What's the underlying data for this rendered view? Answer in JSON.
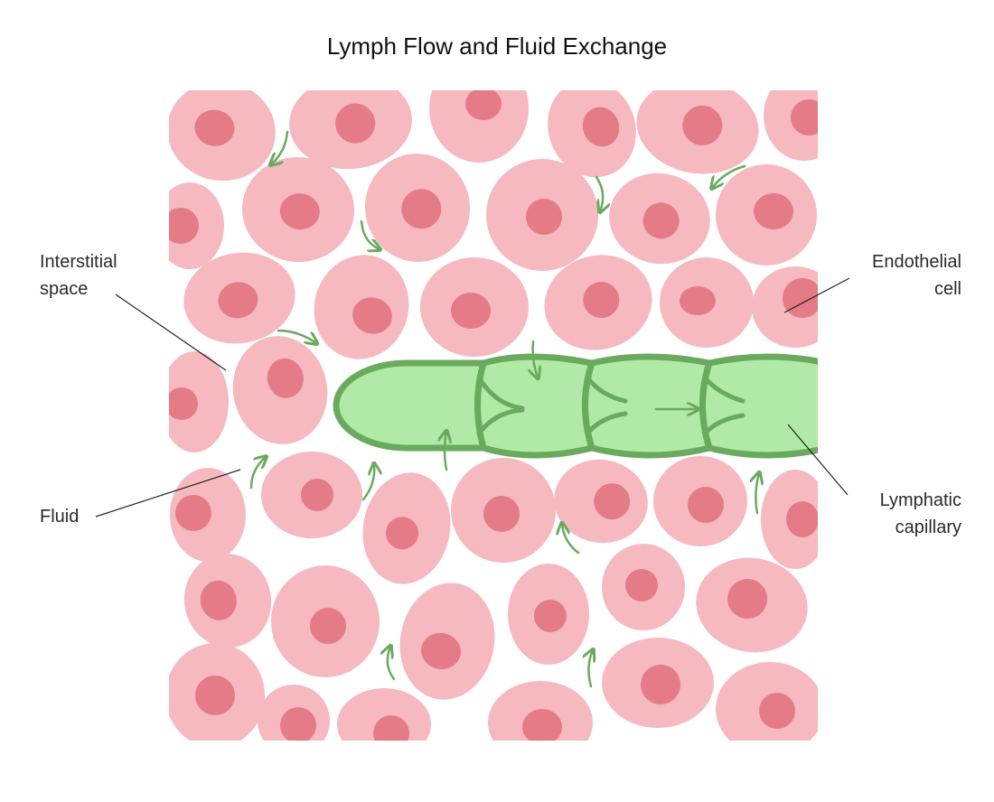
{
  "title": "Lymph Flow and Fluid Exchange",
  "labels": {
    "interstitial_line1": "Interstitial",
    "interstitial_line2": "space",
    "fluid": "Fluid",
    "endothelial_line1": "Endothelial",
    "endothelial_line2": "cell",
    "lymphatic_line1": "Lymphatic",
    "lymphatic_line2": "capillary"
  },
  "colors": {
    "cell_body": "#f6b9c0",
    "cell_nucleus": "#e57b86",
    "capillary_fill": "#b1e9a6",
    "capillary_outline": "#6aaa5e",
    "arrow": "#6aaa5e",
    "leader_line": "#222222"
  }
}
